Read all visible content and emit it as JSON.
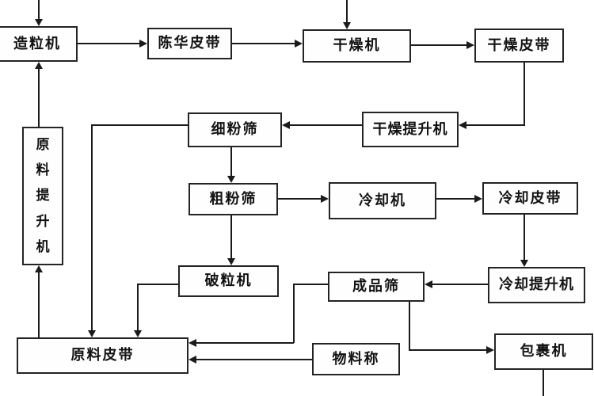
{
  "diagram": {
    "type": "process-flowchart",
    "colors": {
      "background": "#ffffff",
      "line": "#1b1b1b",
      "box_border": "#242424",
      "text": "#121212"
    },
    "nodes": {
      "granulator": {
        "label": "造粒机"
      },
      "aging_belt": {
        "label": "陈华皮带"
      },
      "dryer": {
        "label": "干燥机"
      },
      "drying_belt": {
        "label": "干燥皮带"
      },
      "drying_elevator": {
        "label": "干燥提升机"
      },
      "fine_sieve": {
        "label": "细粉筛"
      },
      "coarse_sieve": {
        "label": "粗粉筛"
      },
      "cooler": {
        "label": "冷却机"
      },
      "cooling_belt": {
        "label": "冷却皮带"
      },
      "cooling_elevator": {
        "label": "冷却提升机"
      },
      "product_sieve": {
        "label": "成品筛"
      },
      "crusher": {
        "label": "破粒机"
      },
      "raw_elevator": {
        "label": "原料提升机"
      },
      "raw_belt": {
        "label": "原料皮带"
      },
      "material_scale": {
        "label": "物料称"
      },
      "wrapper": {
        "label": "包裹机"
      }
    },
    "edges": [
      {
        "from": "offscreen-top-left",
        "to": "granulator"
      },
      {
        "from": "granulator",
        "to": "aging_belt"
      },
      {
        "from": "aging_belt",
        "to": "dryer"
      },
      {
        "from": "offscreen-top-center",
        "to": "dryer"
      },
      {
        "from": "dryer",
        "to": "drying_belt"
      },
      {
        "from": "drying_belt",
        "to": "drying_elevator"
      },
      {
        "from": "drying_elevator",
        "to": "fine_sieve"
      },
      {
        "from": "fine_sieve",
        "to": "raw_belt"
      },
      {
        "from": "fine_sieve",
        "to": "coarse_sieve"
      },
      {
        "from": "coarse_sieve",
        "to": "cooler"
      },
      {
        "from": "cooler",
        "to": "cooling_belt"
      },
      {
        "from": "cooling_belt",
        "to": "cooling_elevator"
      },
      {
        "from": "cooling_elevator",
        "to": "product_sieve"
      },
      {
        "from": "product_sieve",
        "to": "raw_belt"
      },
      {
        "from": "product_sieve",
        "to": "wrapper"
      },
      {
        "from": "coarse_sieve",
        "to": "crusher"
      },
      {
        "from": "crusher",
        "to": "raw_belt"
      },
      {
        "from": "raw_belt",
        "to": "raw_elevator"
      },
      {
        "from": "raw_elevator",
        "to": "granulator"
      },
      {
        "from": "material_scale",
        "to": "raw_belt"
      },
      {
        "from": "wrapper",
        "to": "offscreen-bottom"
      }
    ]
  }
}
